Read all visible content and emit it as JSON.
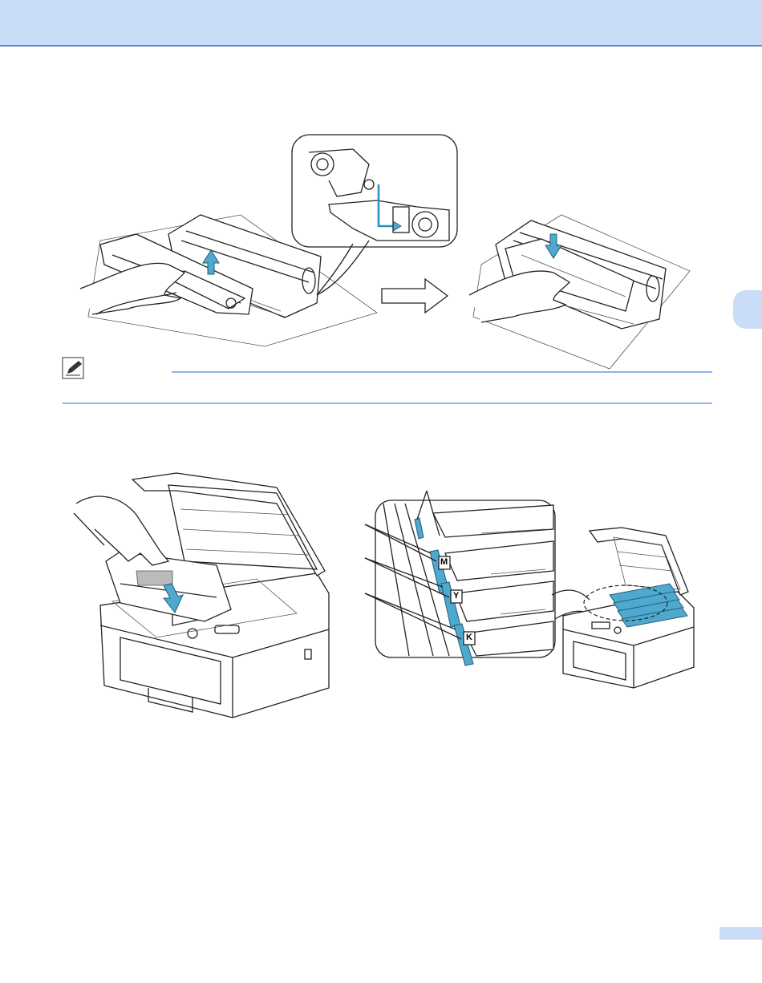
{
  "page": {
    "header_color": "#c9dcf8",
    "accent_color": "#4d86d6",
    "note_rule_color": "#8db2ec",
    "highlight_color": "#4fa9cf"
  },
  "figures": [
    {
      "id": "toner-into-drum",
      "description_icon": "toner-insert-illustration"
    },
    {
      "id": "drum-into-printer",
      "description_icon": "printer-install-illustration"
    }
  ],
  "labels": {
    "toner_letters": [
      "M",
      "Y",
      "K"
    ]
  },
  "icons": {
    "note": "note-pencil-icon",
    "arrow": "right-arrow-icon"
  }
}
